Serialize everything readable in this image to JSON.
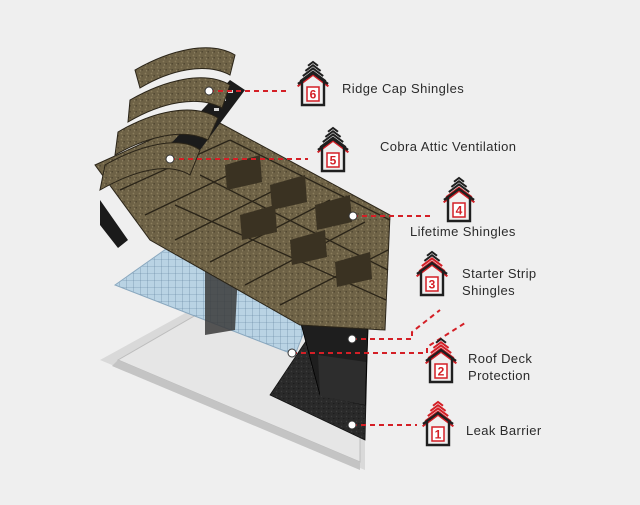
{
  "layers": [
    {
      "number": "6",
      "label_lines": [
        "Ridge Cap Shingles"
      ]
    },
    {
      "number": "5",
      "label_lines": [
        "Cobra Attic Ventilation"
      ]
    },
    {
      "number": "4",
      "label_lines": [
        "Lifetime Shingles"
      ]
    },
    {
      "number": "3",
      "label_lines": [
        "Starter Strip",
        "Shingles"
      ]
    },
    {
      "number": "2",
      "label_lines": [
        "Roof Deck",
        "Protection"
      ]
    },
    {
      "number": "1",
      "label_lines": [
        "Leak Barrier"
      ]
    }
  ],
  "colors": {
    "background": "#efefef",
    "accent_red": "#d41f26",
    "icon_dark": "#1f1f1f",
    "text": "#2b2b2b"
  },
  "icon_name": "house-with-roof-layers-icon"
}
